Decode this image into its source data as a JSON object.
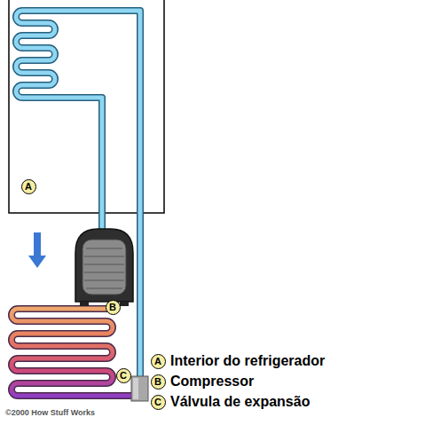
{
  "diagram": {
    "labels": [
      "A",
      "B",
      "C",
      "A",
      "Interior do refrigerador",
      "B",
      "Compressor",
      "C",
      "Válvula de expansão",
      "©2000 How Stuff Works"
    ]
  }
}
